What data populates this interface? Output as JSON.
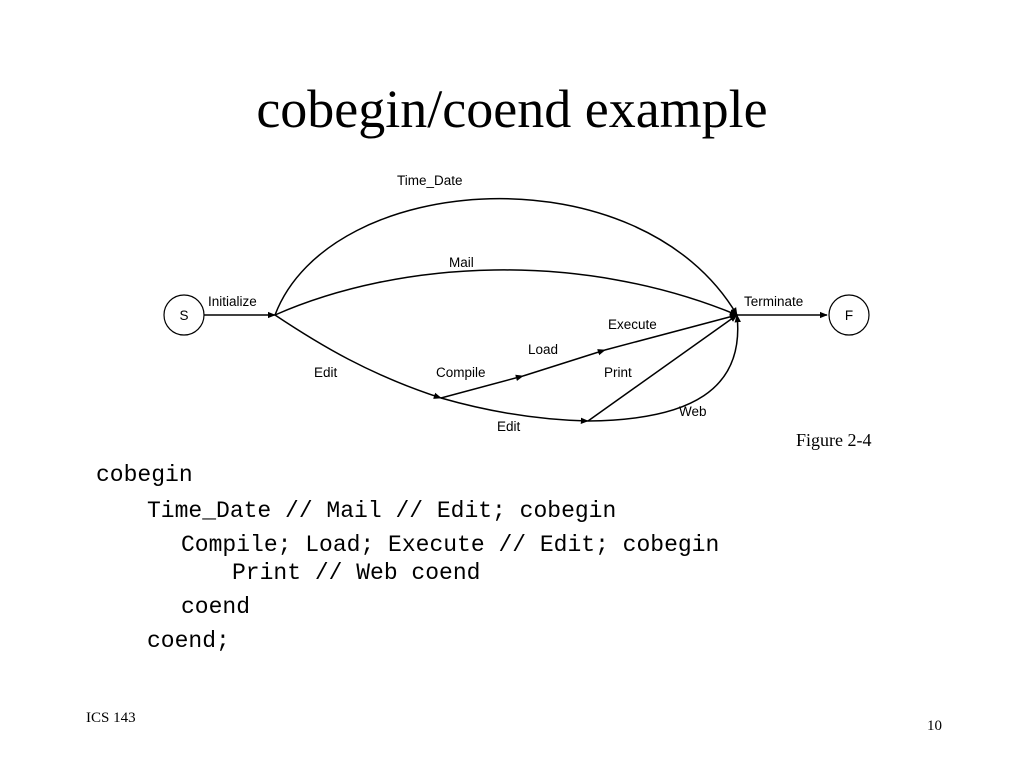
{
  "slide": {
    "title": "cobegin/coend example",
    "footer_left": "ICS 143",
    "page_number": "10"
  },
  "diagram": {
    "caption": "Figure 2-4",
    "nodes": {
      "start": "S",
      "finish": "F"
    },
    "edge_labels": {
      "initialize": "Initialize",
      "time_date": "Time_Date",
      "mail": "Mail",
      "edit_upper": "Edit",
      "compile": "Compile",
      "load": "Load",
      "execute": "Execute",
      "edit_lower": "Edit",
      "print": "Print",
      "web": "Web",
      "terminate": "Terminate"
    }
  },
  "code": [
    "cobegin",
    "Time_Date // Mail // Edit; cobegin",
    "Compile; Load; Execute // Edit; cobegin",
    "Print // Web coend",
    "coend",
    "coend;"
  ]
}
